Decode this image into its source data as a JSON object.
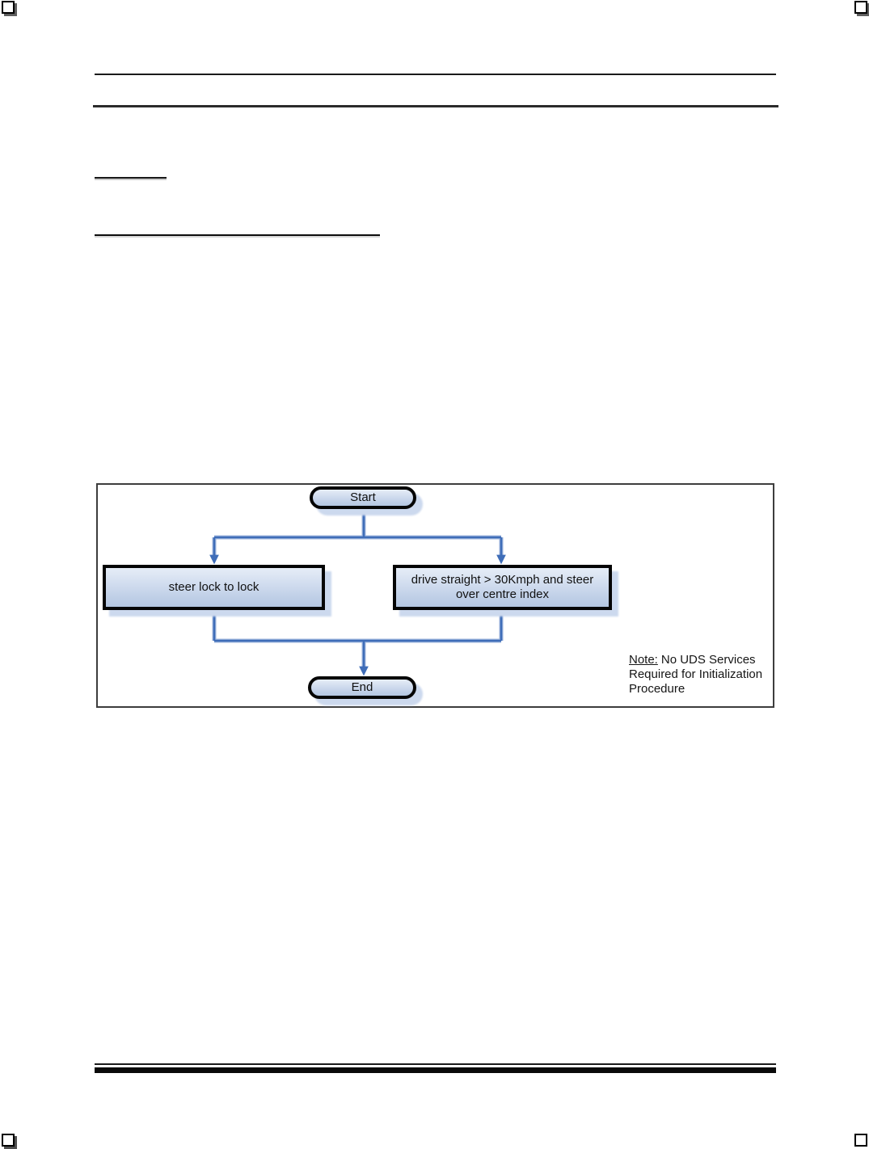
{
  "document": {
    "figure": {
      "nodes": {
        "start_label": "Start",
        "left_process_label": "steer lock to lock",
        "right_process_label": "drive straight > 30Kmph and steer over centre index",
        "end_label": "End"
      },
      "note_label": "Note:",
      "note_text": "No UDS Services Required for Initialization Procedure"
    },
    "colors": {
      "connector_blue": "#3F6DB8",
      "connector_halo": "#9FB6DE",
      "node_fill_light": "#E6EDF7",
      "node_fill_dark": "#B3C6E1",
      "node_border": "#000000",
      "node_shadow": "#CCD9EE",
      "frame_border": "#3D3D3D",
      "rule_color": "#1A1A1A"
    }
  }
}
